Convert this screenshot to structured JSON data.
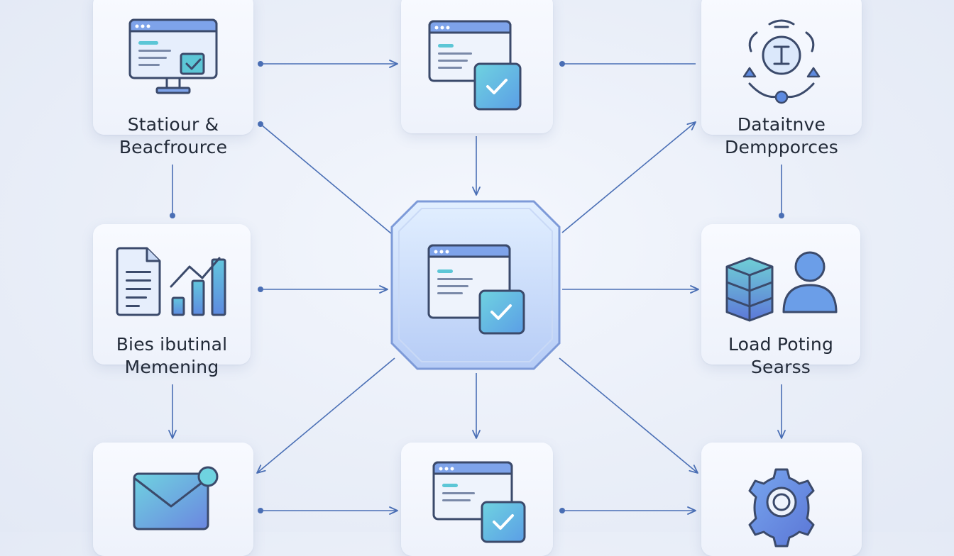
{
  "nodes": {
    "top_left": {
      "line1": "Statiour &",
      "line2": "Beacfrource"
    },
    "top_right": {
      "line1": "Dataitnve",
      "line2": "Dempporces"
    },
    "middle_left": {
      "line1": "Bies ibutinal",
      "line2": "Memening"
    },
    "middle_right": {
      "line1": "Load Poting",
      "line2": "Searss"
    }
  },
  "icons": {
    "top_left": "monitor-check-icon",
    "top_center": "browser-check-icon",
    "top_right": "balance-cycle-icon",
    "middle_left": "document-chart-icon",
    "hub": "browser-check-icon",
    "middle_right": "database-user-icon",
    "bottom_left": "mail-notification-icon",
    "bottom_center": "browser-check-icon",
    "bottom_right": "gear-icon"
  },
  "colors": {
    "accent": "#5d8ae0",
    "line": "#4a6fb5",
    "icon_stroke": "#3b4a6b",
    "teal": "#5cc6d6"
  }
}
